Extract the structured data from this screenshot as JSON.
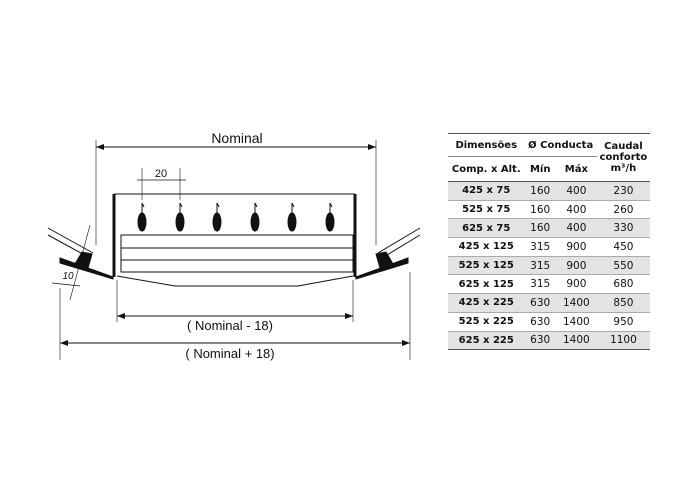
{
  "drawing": {
    "nominal_label": "Nominal",
    "spacing_label": "20",
    "flange_label": "10",
    "inner_label": "( Nominal - 18)",
    "outer_label": "( Nominal + 18)"
  },
  "table": {
    "header": {
      "dimensions": "Dimensões",
      "duct": "Ø Conducta",
      "flow_line1": "Caudal",
      "flow_line2": "conforto",
      "flow_line3": "m³/h",
      "size": "Comp. x Alt.",
      "min": "Mín",
      "max": "Máx"
    },
    "rows": [
      {
        "size": "425 x 75",
        "min": "160",
        "max": "400",
        "flow": "230"
      },
      {
        "size": "525 x 75",
        "min": "160",
        "max": "400",
        "flow": "260"
      },
      {
        "size": "625 x 75",
        "min": "160",
        "max": "400",
        "flow": "330"
      },
      {
        "size": "425 x 125",
        "min": "315",
        "max": "900",
        "flow": "450"
      },
      {
        "size": "525 x 125",
        "min": "315",
        "max": "900",
        "flow": "550"
      },
      {
        "size": "625 x 125",
        "min": "315",
        "max": "900",
        "flow": "680"
      },
      {
        "size": "425 x 225",
        "min": "630",
        "max": "1400",
        "flow": "850"
      },
      {
        "size": "525 x 225",
        "min": "630",
        "max": "1400",
        "flow": "950"
      },
      {
        "size": "625 x 225",
        "min": "630",
        "max": "1400",
        "flow": "1100"
      }
    ]
  }
}
